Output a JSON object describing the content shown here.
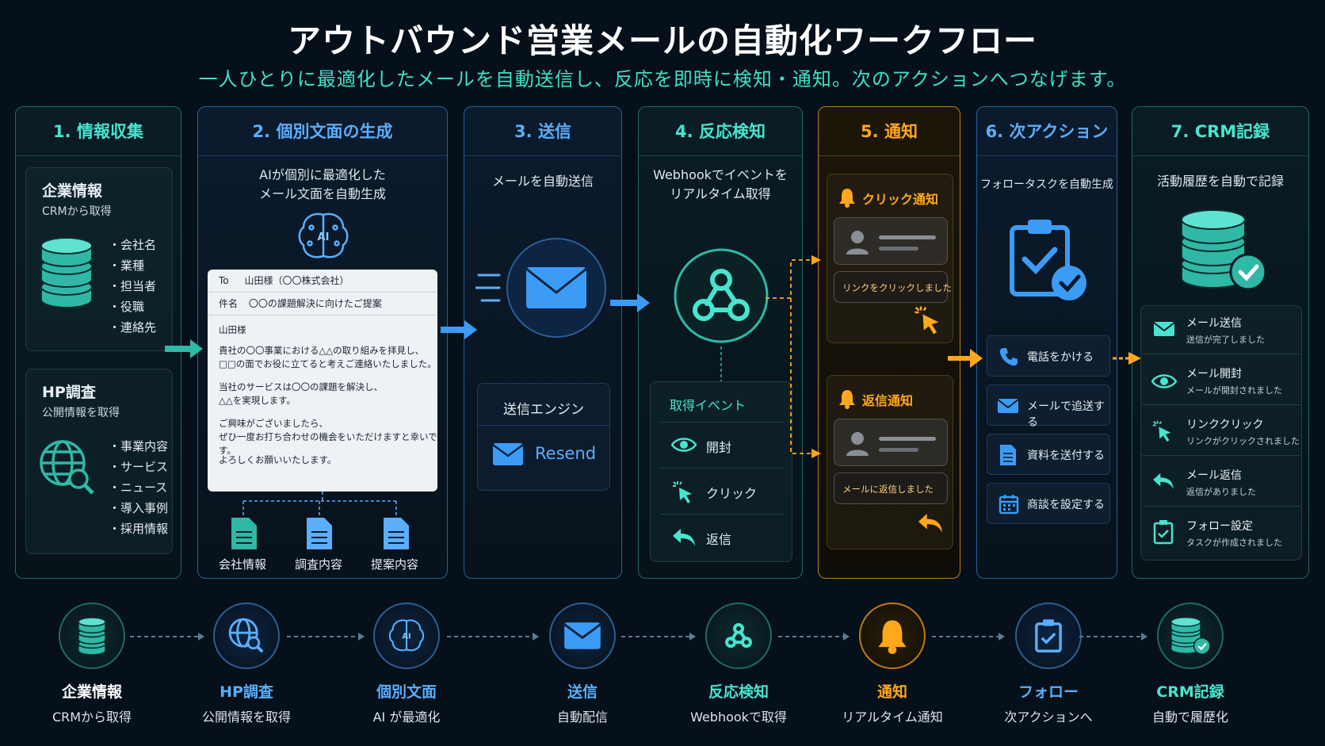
{
  "title": "アウトバウンド営業メールの自動化ワークフロー",
  "subtitle": "一人ひとりに最適化したメールを自動送信し、反応を即時に検知・通知。次のアクションへつなげます。",
  "colors": {
    "teal": "#48e4cf",
    "blue": "#5aaefc",
    "orange": "#ffa81c",
    "background": "#06101a"
  },
  "step1": {
    "header": "1. 情報収集",
    "company_title": "企業情報",
    "company_sub": "CRMから取得",
    "company_items": [
      "・会社名",
      "・業種",
      "・担当者",
      "・役職",
      "・連絡先"
    ],
    "hp_title": "HP調査",
    "hp_sub": "公開情報を取得",
    "hp_items": [
      "・事業内容",
      "・サービス",
      "・ニュース",
      "・導入事例",
      "・採用情報"
    ]
  },
  "step2": {
    "header": "2. 個別文面の生成",
    "desc1": "AIが個別に最適化した",
    "desc2": "メール文面を自動生成",
    "mail": {
      "to_label": "To",
      "to_value": "山田様（〇〇株式会社）",
      "subject_label": "件名",
      "subject_value": "〇〇の課題解決に向けたご提案",
      "greeting": "山田様",
      "p1a": "貴社の〇〇事業における△△の取り組みを拝見し、",
      "p1b": "□□の面でお役に立てると考えご連絡いたしました。",
      "p2a": "当社のサービスは〇〇の課題を解決し、",
      "p2b": "△△を実現します。",
      "p3a": "ご興味がございましたら、",
      "p3b": "ぜひ一度お打ち合わせの機会をいただけますと幸いです。",
      "closing": "よろしくお願いいたします。"
    },
    "docs": [
      "会社情報",
      "調査内容",
      "提案内容"
    ]
  },
  "step3": {
    "header": "3. 送信",
    "desc": "メールを自動送信",
    "engine_title": "送信エンジン",
    "engine_name": "Resend"
  },
  "step4": {
    "header": "4. 反応検知",
    "desc1": "Webhookでイベントを",
    "desc2": "リアルタイム取得",
    "events_title": "取得イベント",
    "events": [
      "開封",
      "クリック",
      "返信"
    ]
  },
  "step5": {
    "header": "5. 通知",
    "click_title": "クリック通知",
    "click_msg": "リンクをクリックしました",
    "reply_title": "返信通知",
    "reply_msg": "メールに返信しました"
  },
  "step6": {
    "header": "6. 次アクション",
    "desc": "フォロータスクを自動生成",
    "actions": [
      "電話をかける",
      "メールで追送する",
      "資料を送付する",
      "商談を設定する"
    ]
  },
  "step7": {
    "header": "7. CRM記録",
    "desc": "活動履歴を自動で記録",
    "logs": [
      {
        "title": "メール送信",
        "sub": "送信が完了しました"
      },
      {
        "title": "メール開封",
        "sub": "メールが開封されました"
      },
      {
        "title": "リンククリック",
        "sub": "リンクがクリックされました"
      },
      {
        "title": "メール返信",
        "sub": "返信がありました"
      },
      {
        "title": "フォロー設定",
        "sub": "タスクが作成されました"
      }
    ]
  },
  "bottom": [
    {
      "title": "企業情報",
      "sub": "CRMから取得",
      "icon": "database-icon",
      "color": "#ffffff"
    },
    {
      "title": "HP調査",
      "sub": "公開情報を取得",
      "icon": "globe-search-icon",
      "color": "#5aaefc"
    },
    {
      "title": "個別文面",
      "sub": "AI が最適化",
      "icon": "ai-brain-icon",
      "color": "#5aaefc"
    },
    {
      "title": "送信",
      "sub": "自動配信",
      "icon": "mail-icon",
      "color": "#5aaefc"
    },
    {
      "title": "反応検知",
      "sub": "Webhookで取得",
      "icon": "webhook-icon",
      "color": "#48e4cf"
    },
    {
      "title": "通知",
      "sub": "リアルタイム通知",
      "icon": "bell-icon",
      "color": "#ffa81c"
    },
    {
      "title": "フォロー",
      "sub": "次アクションへ",
      "icon": "clipboard-check-icon",
      "color": "#5aaefc"
    },
    {
      "title": "CRM記録",
      "sub": "自動で履歴化",
      "icon": "database-check-icon",
      "color": "#48e4cf"
    }
  ]
}
